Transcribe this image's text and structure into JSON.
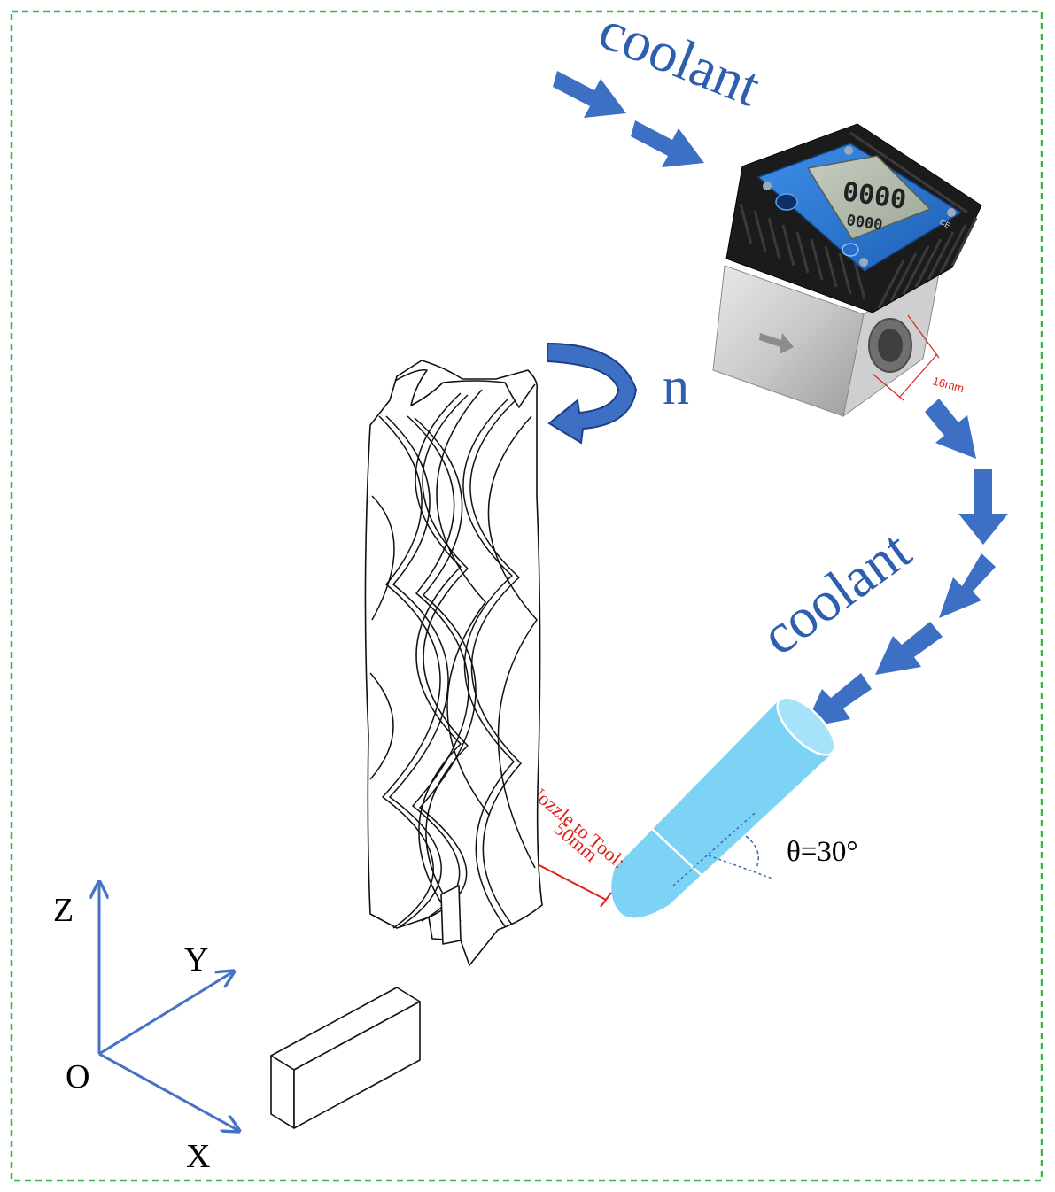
{
  "labels": {
    "coolant_top": "coolant",
    "coolant_right": "coolant",
    "rotation": "n",
    "angle": "θ=30°",
    "nozzle_line1": "Nozzle to Tool:",
    "nozzle_line2": "50mm",
    "port_dim": "16mm"
  },
  "axes": {
    "origin": "O",
    "x": "X",
    "y": "Y",
    "z": "Z"
  },
  "meter": {
    "main_readout": "0000",
    "sub_readout": "0000",
    "mark": "CE"
  },
  "colors": {
    "arrow_blue": "#3D6FC4",
    "text_blue": "#2E5FAF",
    "axis_blue": "#4472C4",
    "nozzle": "#7DD3F5",
    "dimension_red": "#E0201B",
    "meter_blue": "#2F7FD9",
    "border_green": "#3DB54A"
  }
}
